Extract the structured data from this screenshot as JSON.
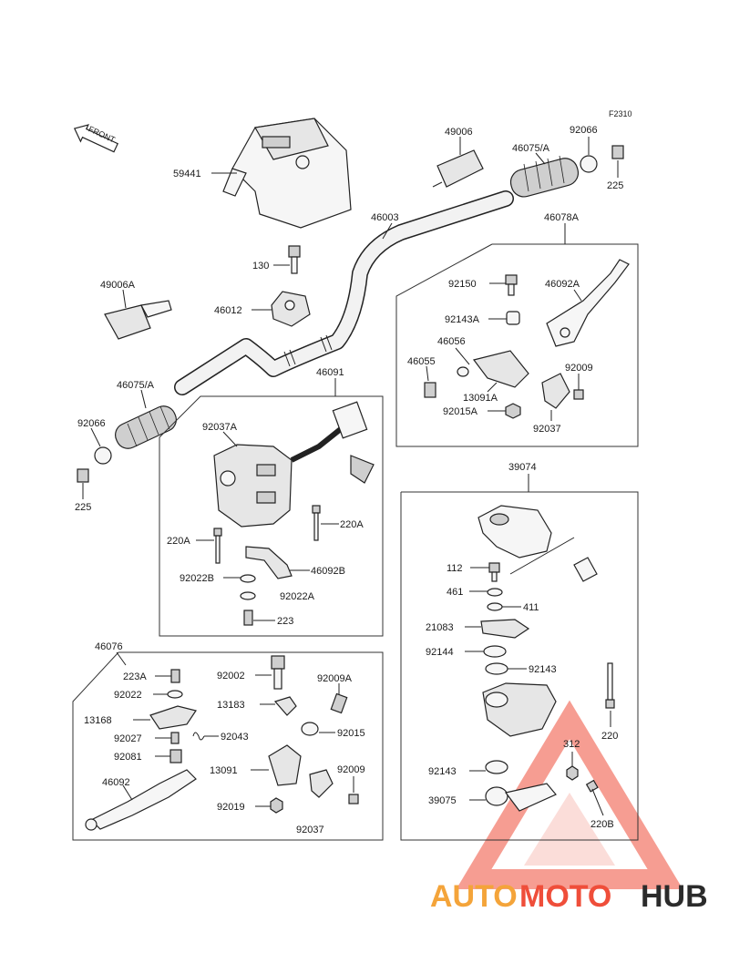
{
  "figure_code": "F2310",
  "front_marker": "FRONT",
  "parts": {
    "p59441": "59441",
    "p49006": "49006",
    "p46075A_top": "46075/A",
    "p92066_top": "92066",
    "p225_top": "225",
    "p46003": "46003",
    "p46078A": "46078A",
    "p130": "130",
    "p49006A": "49006A",
    "p46012": "46012",
    "p92150": "92150",
    "p46092A": "46092A",
    "p92143A": "92143A",
    "p46056": "46056",
    "p46055": "46055",
    "p92009_right": "92009",
    "p13091A": "13091A",
    "p92015A": "92015A",
    "p92037_right": "92037",
    "p46075A_left": "46075/A",
    "p46091": "46091",
    "p92066_left": "92066",
    "p225_left": "225",
    "p92037A": "92037A",
    "p220A_left": "220A",
    "p220A_right": "220A",
    "p92022B": "92022B",
    "p46092B": "46092B",
    "p92022A": "92022A",
    "p223": "223",
    "p39074": "39074",
    "p112": "112",
    "p461": "461",
    "p411": "411",
    "p21083": "21083",
    "p92144": "92144",
    "p92143_a": "92143",
    "p220": "220",
    "p312": "312",
    "p92143_b": "92143",
    "p39075": "39075",
    "p220B": "220B",
    "p46076": "46076",
    "p223A": "223A",
    "p92022": "92022",
    "p92002": "92002",
    "p92009A": "92009A",
    "p13183": "13183",
    "p13168": "13168",
    "p92027": "92027",
    "p92043": "92043",
    "p92015": "92015",
    "p92081": "92081",
    "p13091": "13091",
    "p92009_bottom": "92009",
    "p46092": "46092",
    "p92019": "92019",
    "p92037_bottom": "92037"
  },
  "watermark": {
    "part1": "AUTO",
    "part2": "MOTO",
    "part3": "HUB",
    "color1": "#f4a43a",
    "color2": "#ef4e3a",
    "color3": "#2b2b2b",
    "logo_color": "#ef4e3a"
  }
}
